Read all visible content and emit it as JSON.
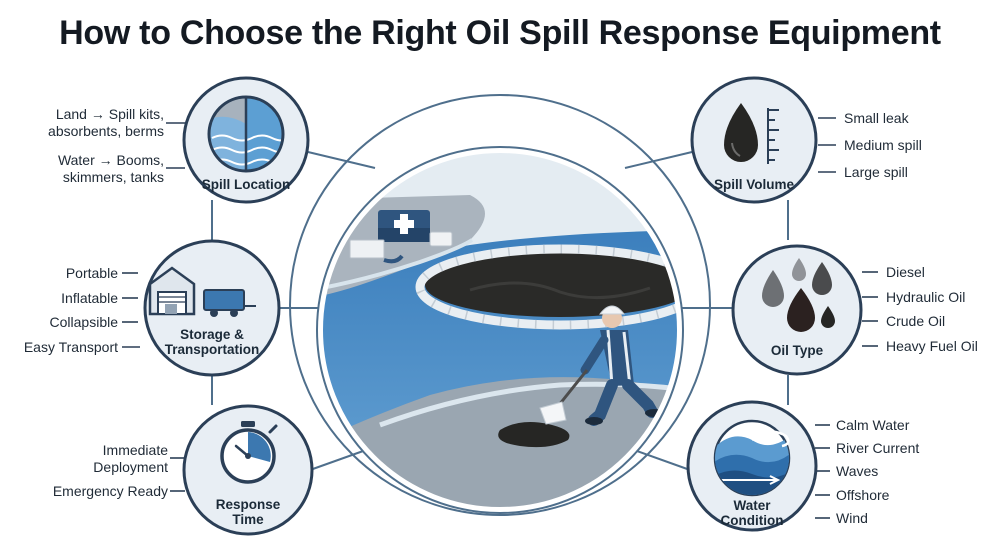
{
  "title": "How to Choose the Right Oil Spill Response Equipment",
  "colors": {
    "navy": "#2b3f57",
    "ring": "#4f6f8c",
    "node_fill": "#e8eef4",
    "water": "#3f86c2",
    "water_light": "#8cc0e4",
    "oil": "#2d2d2b",
    "sand": "#a8b2bc"
  },
  "nodes": {
    "spill_location": {
      "label": "Spill Location",
      "icon": "land-water-circle-icon",
      "options": [
        "Land → Spill kits,\nabsorbents, berms",
        "Water → Booms,\nskimmers, tanks"
      ]
    },
    "storage": {
      "label": "Storage &\nTransportation",
      "icon": "warehouse-trailer-icon",
      "options": [
        "Portable",
        "Inflatable",
        "Collapsible",
        "Easy Transport"
      ]
    },
    "response_time": {
      "label": "Response\nTime",
      "icon": "stopwatch-icon",
      "options": [
        "Immediate\nDeployment",
        "Emergency Ready"
      ]
    },
    "spill_volume": {
      "label": "Spill Volume",
      "icon": "oil-drop-gauge-icon",
      "options": [
        "Small leak",
        "Medium spill",
        "Large spill"
      ]
    },
    "oil_type": {
      "label": "Oil Type",
      "icon": "oil-drops-icon",
      "options": [
        "Diesel",
        "Hydraulic Oil",
        "Crude Oil",
        "Heavy Fuel Oil"
      ]
    },
    "water_condition": {
      "label": "Water\nCondition",
      "icon": "waves-wind-icon",
      "options": [
        "Calm Water",
        "River Current",
        "Waves",
        "Offshore",
        "Wind"
      ]
    }
  },
  "center_scene": "oil-boom-cleanup-scene-illustration"
}
